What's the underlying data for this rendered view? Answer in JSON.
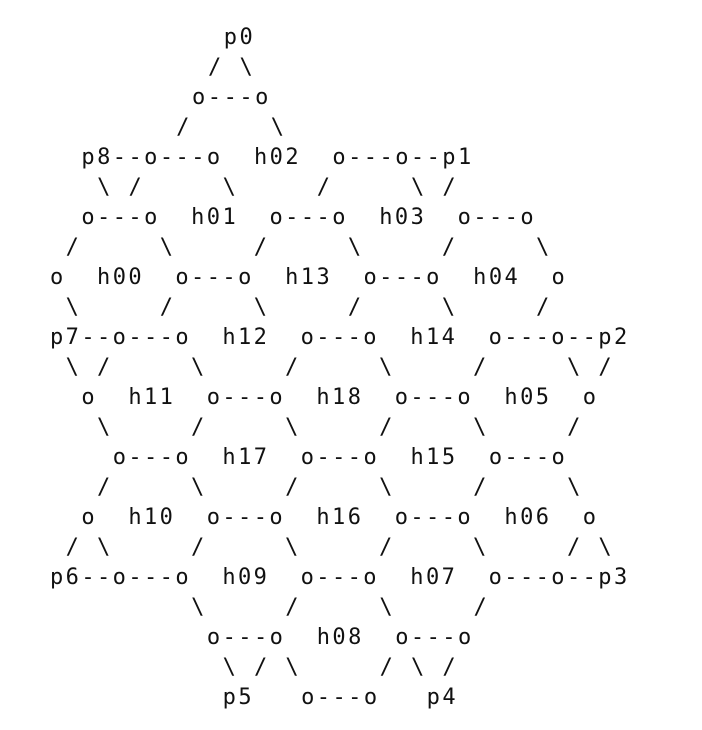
{
  "diagram": {
    "lines": [
      "           p0",
      "          / \\",
      "         o---o",
      "        /     \\",
      "  p8--o---o  h02  o---o--p1",
      "   \\ /     \\     /     \\ /",
      "  o---o  h01  o---o  h03  o---o",
      " /     \\     /     \\     /     \\",
      "o  h00  o---o  h13  o---o  h04  o",
      " \\     /     \\     /     \\     /",
      "p7--o---o  h12  o---o  h14  o---o--p2",
      " \\ /     \\     /     \\     /     \\ /",
      "  o  h11  o---o  h18  o---o  h05  o",
      "   \\     /     \\     /     \\     /",
      "    o---o  h17  o---o  h15  o---o",
      "   /     \\     /     \\     /     \\",
      "  o  h10  o---o  h16  o---o  h06  o",
      " / \\     /     \\     /     \\     / \\",
      "p6--o---o  h09  o---o  h07  o---o--p3",
      "         \\     /     \\     /",
      "          o---o  h08  o---o",
      "           \\ / \\     / \\ /",
      "           p5   o---o   p4"
    ]
  }
}
